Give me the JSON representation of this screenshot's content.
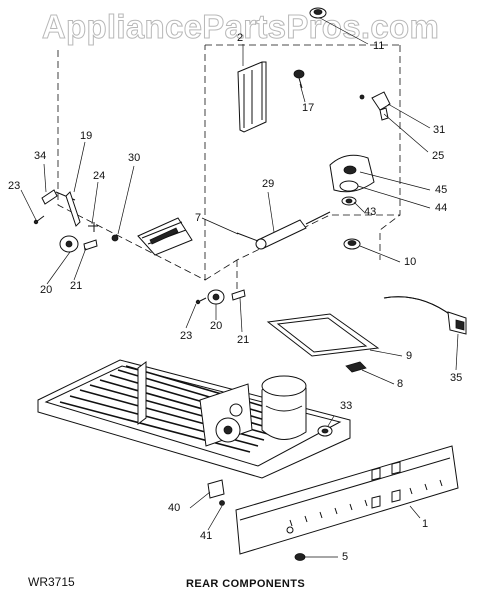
{
  "watermark": "AppliancePartsPros.com",
  "diagram_code": "WR3715",
  "caption": "REAR COMPONENTS",
  "callouts": [
    "2",
    "11",
    "17",
    "19",
    "34",
    "30",
    "31",
    "25",
    "23",
    "24",
    "45",
    "29",
    "44",
    "7",
    "43",
    "20",
    "21",
    "10",
    "23",
    "20",
    "21",
    "9",
    "8",
    "35",
    "33",
    "40",
    "1",
    "41",
    "5"
  ]
}
